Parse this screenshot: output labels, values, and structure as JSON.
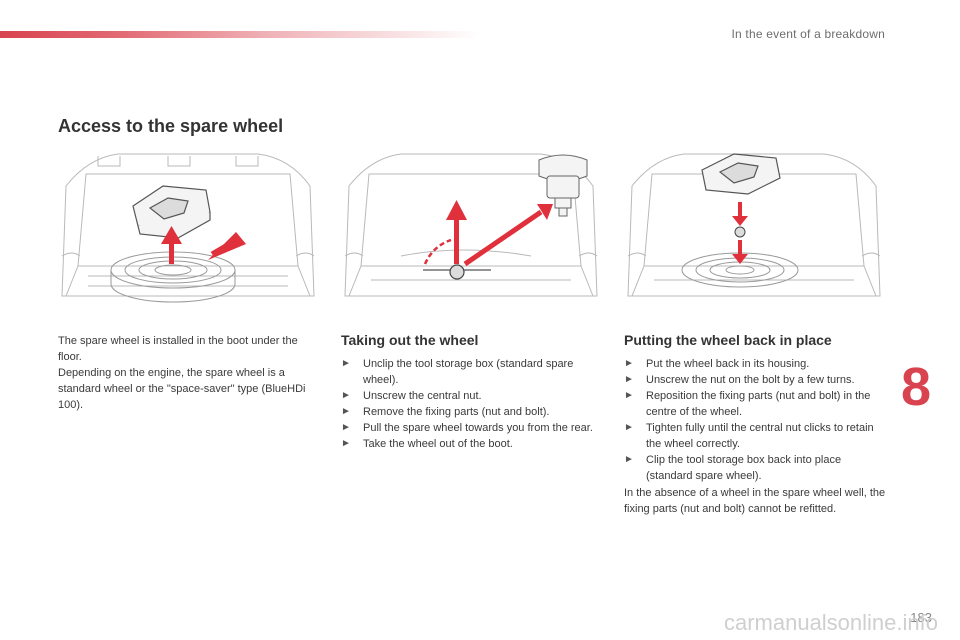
{
  "header": {
    "section_title": "In the event of a breakdown",
    "accent_color": "#d8434f"
  },
  "page_title": "Access to the spare wheel",
  "intro": {
    "paragraphs": [
      "The spare wheel is installed in the boot under the floor.",
      "Depending on the engine, the spare wheel is a standard wheel or the \"space-saver\" type (BlueHDi 100)."
    ]
  },
  "taking_out": {
    "title": "Taking out the wheel",
    "bullet_icon": "arrow-bullet-icon",
    "items": [
      "Unclip the tool storage box (standard spare wheel).",
      "Unscrew the central nut.",
      "Remove the fixing parts (nut and bolt).",
      "Pull the spare wheel towards you from the rear.",
      "Take the wheel out of the boot."
    ]
  },
  "putting_back": {
    "title": "Putting the wheel back in place",
    "bullet_icon": "arrow-bullet-icon",
    "items": [
      "Put the wheel back in its housing.",
      "Unscrew the nut on the bolt by a few turns.",
      "Reposition the fixing parts (nut and bolt) in the centre of the wheel.",
      "Tighten fully until the central nut clicks to retain the wheel correctly.",
      "Clip the tool storage box back into place (standard spare wheel)."
    ],
    "note": "In the absence of a wheel in the spare wheel well, the fixing parts (nut and bolt) cannot be refitted."
  },
  "chapter_number": "8",
  "page_number": "183",
  "watermark": "carmanualsonline.info"
}
